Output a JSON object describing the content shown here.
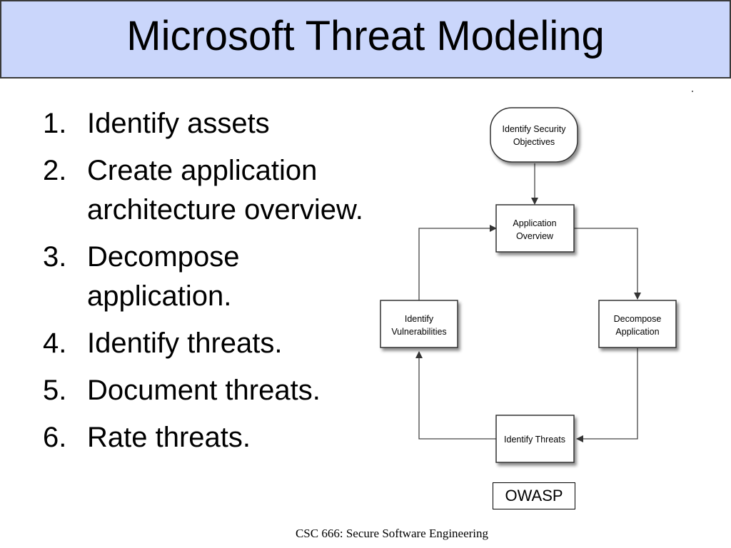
{
  "slide": {
    "title": "Microsoft Threat Modeling",
    "footer": "CSC 666: Secure Software Engineering",
    "source_box": "OWASP"
  },
  "steps": [
    {
      "num": "1.",
      "text": "Identify assets"
    },
    {
      "num": "2.",
      "text": "Create application architecture overview."
    },
    {
      "num": "3.",
      "text": "Decompose application."
    },
    {
      "num": "4.",
      "text": "Identify threats."
    },
    {
      "num": "5.",
      "text": "Document threats."
    },
    {
      "num": "6.",
      "text": "Rate threats."
    }
  ],
  "diagram": {
    "nodes": {
      "objectives": [
        "Identify Security",
        "Objectives"
      ],
      "overview": [
        "Application",
        "Overview"
      ],
      "decompose": [
        "Decompose",
        "Application"
      ],
      "threats": [
        "Identify Threats"
      ],
      "vulnerabilities": [
        "Identify",
        "Vulnerabilities"
      ]
    }
  }
}
